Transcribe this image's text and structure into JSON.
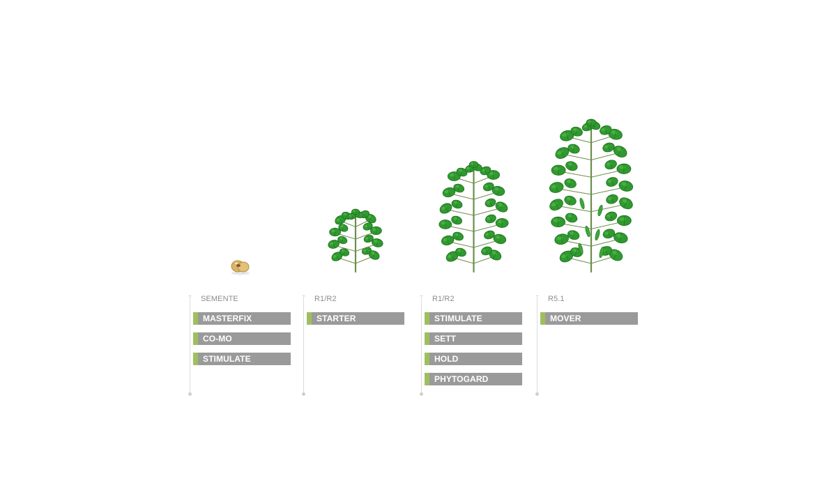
{
  "stages": [
    {
      "label": "SEMENTE",
      "image": "soybean-seed",
      "products": [
        "MASTERFIX",
        "CO-MO",
        "STIMULATE"
      ]
    },
    {
      "label": "R1/R2",
      "image": "soybean-plant-small",
      "products": [
        "STARTER"
      ]
    },
    {
      "label": "R1/R2",
      "image": "soybean-plant-medium",
      "products": [
        "STIMULATE",
        "SETT",
        "HOLD",
        "PHYTOGARD"
      ]
    },
    {
      "label": "R5.1",
      "image": "soybean-plant-large",
      "products": [
        "MOVER"
      ]
    }
  ],
  "colors": {
    "product_bar": "#9a9a9a",
    "product_accent": "#9fbf5f",
    "label": "#8c8c8c",
    "leaf": "#2f9a2f"
  }
}
